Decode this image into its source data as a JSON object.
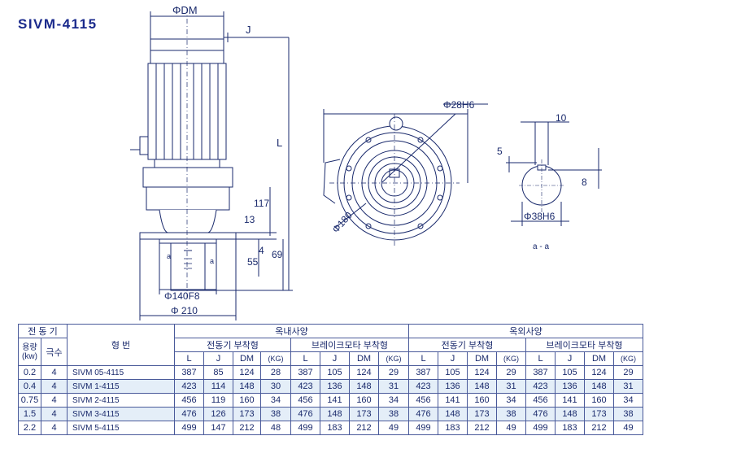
{
  "title": "SIVM-4115",
  "drawing": {
    "dim_dm": "ΦDM",
    "dim_j": "J",
    "dim_l": "L",
    "dim_117": "117",
    "dim_13": "13",
    "dim_4": "4",
    "dim_55": "55",
    "dim_69": "69",
    "dim_140": "Φ140F8",
    "dim_210": "Φ 210",
    "dim_a": "a",
    "dim_a2": "a",
    "flange_bore": "Φ28H6",
    "flange_pcd": "Φ180",
    "key_10": "10",
    "key_5": "5",
    "key_8": "8",
    "shaft_dia": "Φ38H6",
    "section_label": "a - a"
  },
  "table": {
    "motor_header": "전 동 기",
    "capacity_header": "용량\n(kw)",
    "poles_header": "극수",
    "model_header": "형 번",
    "indoor_header": "옥내사양",
    "outdoor_header": "옥외사양",
    "motor_attached": "전동기 부착형",
    "brake_attached": "브레이크모타 부착형",
    "col_l": "L",
    "col_j": "J",
    "col_dm": "DM",
    "col_kg": "(KG)",
    "rows": [
      {
        "kw": "0.2",
        "p": "4",
        "model": "SIVM 05-4115",
        "v": [
          "387",
          "85",
          "124",
          "28",
          "387",
          "105",
          "124",
          "29",
          "387",
          "105",
          "124",
          "29",
          "387",
          "105",
          "124",
          "29"
        ]
      },
      {
        "kw": "0.4",
        "p": "4",
        "model": "SIVM  1-4115",
        "v": [
          "423",
          "114",
          "148",
          "30",
          "423",
          "136",
          "148",
          "31",
          "423",
          "136",
          "148",
          "31",
          "423",
          "136",
          "148",
          "31"
        ]
      },
      {
        "kw": "0.75",
        "p": "4",
        "model": "SIVM  2-4115",
        "v": [
          "456",
          "119",
          "160",
          "34",
          "456",
          "141",
          "160",
          "34",
          "456",
          "141",
          "160",
          "34",
          "456",
          "141",
          "160",
          "34"
        ]
      },
      {
        "kw": "1.5",
        "p": "4",
        "model": "SIVM  3-4115",
        "v": [
          "476",
          "126",
          "173",
          "38",
          "476",
          "148",
          "173",
          "38",
          "476",
          "148",
          "173",
          "38",
          "476",
          "148",
          "173",
          "38"
        ]
      },
      {
        "kw": "2.2",
        "p": "4",
        "model": "SIVM  5-4115",
        "v": [
          "499",
          "147",
          "212",
          "48",
          "499",
          "183",
          "212",
          "49",
          "499",
          "183",
          "212",
          "49",
          "499",
          "183",
          "212",
          "49"
        ]
      }
    ]
  }
}
